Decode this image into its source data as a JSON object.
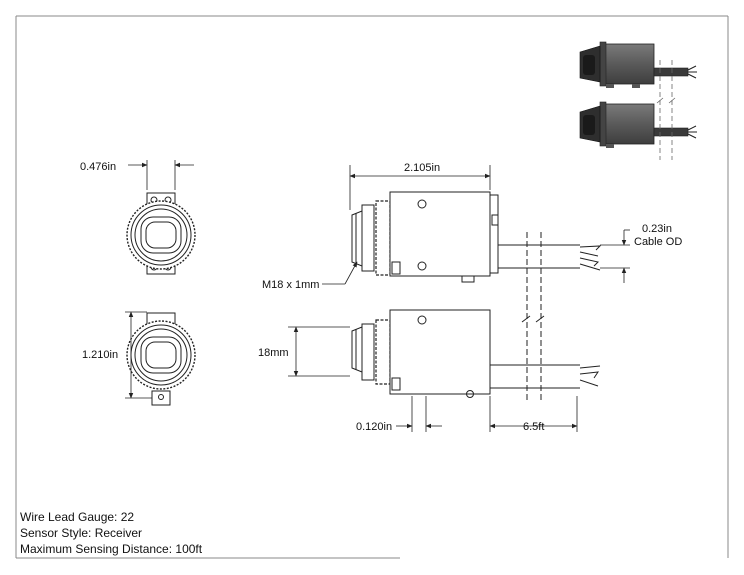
{
  "dimensions": {
    "front_width": "0.476in",
    "front_height": "1.210in",
    "body_length": "2.105in",
    "cable_od_value": "0.23in",
    "cable_od_label": "Cable OD",
    "thread": "M18 x 1mm",
    "thread_dia": "18mm",
    "mount_offset": "0.120in",
    "cable_length": "6.5ft"
  },
  "notes": {
    "wire_gauge": "Wire Lead Gauge: 22",
    "sensor_style": "Sensor Style: Receiver",
    "max_distance": "Maximum Sensing Distance: 100ft"
  },
  "colors": {
    "line": "#222222",
    "render_body": "#5a5a5a",
    "render_dark": "#2e2e2e"
  }
}
